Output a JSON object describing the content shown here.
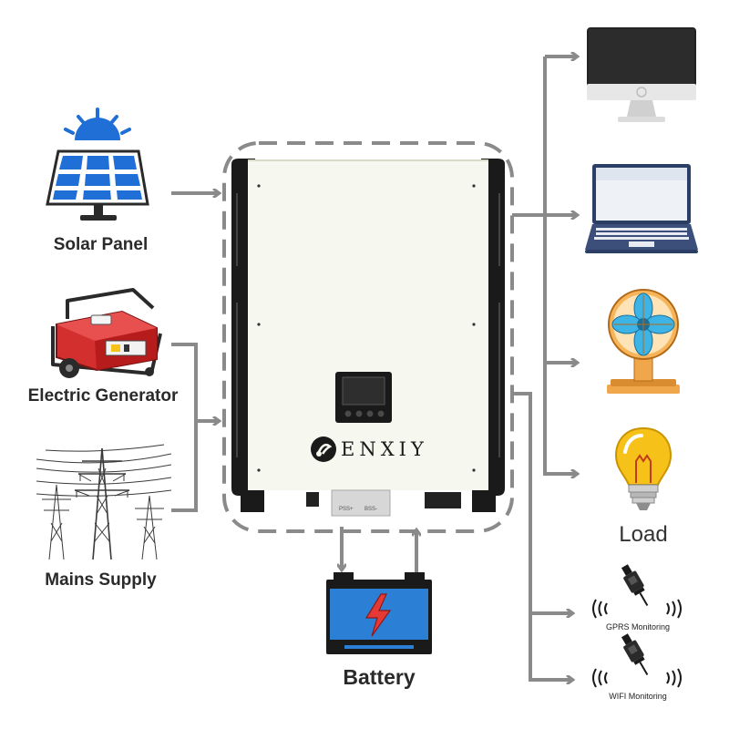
{
  "sources": [
    {
      "id": "solar",
      "label": "Solar Panel",
      "icon": "solar-panel-icon"
    },
    {
      "id": "generator",
      "label": "Electric Generator",
      "icon": "generator-icon"
    },
    {
      "id": "mains",
      "label": "Mains Supply",
      "icon": "power-tower-icon"
    }
  ],
  "inverter": {
    "brand": "ENXIY",
    "port_labels": [
      "PSS+",
      "BSS-"
    ]
  },
  "battery": {
    "label": "Battery",
    "icon": "battery-icon"
  },
  "load": {
    "label": "Load",
    "devices": [
      {
        "id": "monitor",
        "icon": "desktop-monitor-icon"
      },
      {
        "id": "laptop",
        "icon": "laptop-icon"
      },
      {
        "id": "fan",
        "icon": "fan-icon"
      },
      {
        "id": "bulb",
        "icon": "light-bulb-icon"
      }
    ]
  },
  "monitoring": [
    {
      "id": "gprs",
      "label": "GPRS Monitoring",
      "icon": "gprs-dongle-icon"
    },
    {
      "id": "wifi",
      "label": "WIFI Monitoring",
      "icon": "wifi-dongle-icon"
    }
  ],
  "colors": {
    "arrow": "#8a8a8a",
    "dashed_border": "#8a8a8a",
    "battery_body": "#2b7fd4",
    "battery_bolt": "#e53935",
    "solar_blue": "#1f6fd6",
    "generator_red": "#d32f2f",
    "fan_blue": "#3db3e6",
    "fan_orange": "#f0a64a",
    "bulb_yellow": "#f6c21a",
    "inverter_white": "#f6f7ee",
    "inverter_black": "#1a1a1a"
  }
}
